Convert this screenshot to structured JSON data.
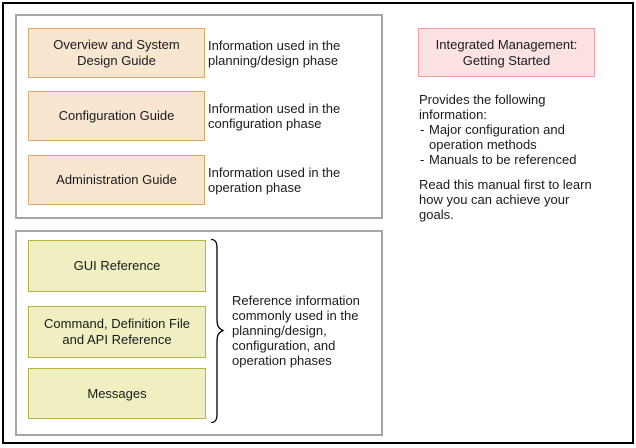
{
  "colors": {
    "manual_box_fill": "#F9E6D1",
    "manual_box_border": "#D7A96C",
    "reference_box_fill": "#F0EFC1",
    "reference_box_border": "#B5B53E",
    "featured_box_fill": "#FDE2E4",
    "featured_box_border": "#F19DA6",
    "panel_border": "#A6A6A6",
    "frame_border": "#000000"
  },
  "planning_panel": {
    "rows": [
      {
        "box_label": "Overview and System\nDesign Guide",
        "description": "Information used in the\nplanning/design phase"
      },
      {
        "box_label": "Configuration Guide",
        "description": "Information used in the\nconfiguration phase"
      },
      {
        "box_label": "Administration Guide",
        "description": "Information used in the\noperation phase"
      }
    ]
  },
  "reference_panel": {
    "boxes": [
      {
        "label": "GUI Reference"
      },
      {
        "label": "Command, Definition File\nand API Reference"
      },
      {
        "label": "Messages"
      }
    ],
    "brace_note": "Reference information\ncommonly used in the\nplanning/design,\nconfiguration, and\noperation phases"
  },
  "getting_started": {
    "box_label": "Integrated Management:\nGetting Started",
    "intro": "Provides the following\ninformation:",
    "bullet_marker": "-",
    "bullets": [
      "Major configuration and\noperation methods",
      "Manuals to be referenced"
    ],
    "closing": "Read this manual first to learn\nhow you can achieve your\ngoals."
  }
}
